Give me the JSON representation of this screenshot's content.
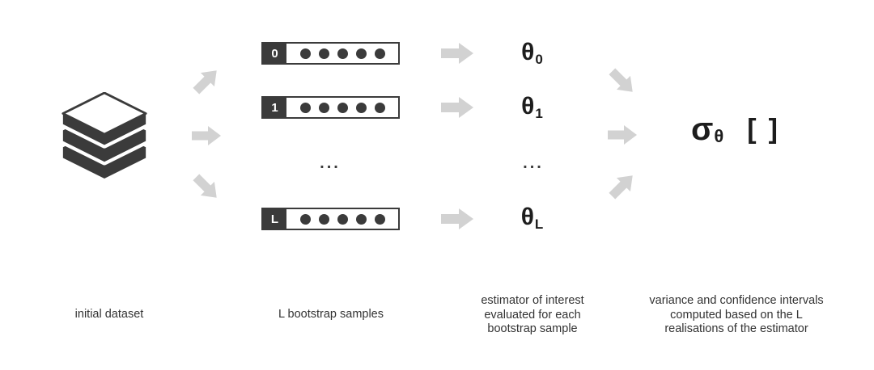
{
  "colors": {
    "dark": "#3b3b3b",
    "arrow_gray": "#d2d2d2",
    "text": "#333333",
    "background": "#ffffff"
  },
  "dataset": {
    "icon": "layers-stack-icon",
    "caption": "initial dataset"
  },
  "samples": {
    "caption": "L bootstrap samples",
    "ellipsis": "...",
    "rows": [
      {
        "label": "0",
        "dots": 5
      },
      {
        "label": "1",
        "dots": 5
      },
      {
        "label": "L",
        "dots": 5
      }
    ]
  },
  "estimators": {
    "caption": "estimator of interest\nevaluated for each\nbootstrap sample",
    "ellipsis": "...",
    "items": [
      {
        "symbol": "θ",
        "subscript": "0"
      },
      {
        "symbol": "θ",
        "subscript": "1"
      },
      {
        "symbol": "θ",
        "subscript": "L"
      }
    ]
  },
  "result": {
    "caption": "variance and confidence intervals\ncomputed based on the L\nrealisations of the estimator",
    "symbol": "σ",
    "subscript": "θ",
    "bracket_open": "[",
    "bracket_close": "]"
  }
}
